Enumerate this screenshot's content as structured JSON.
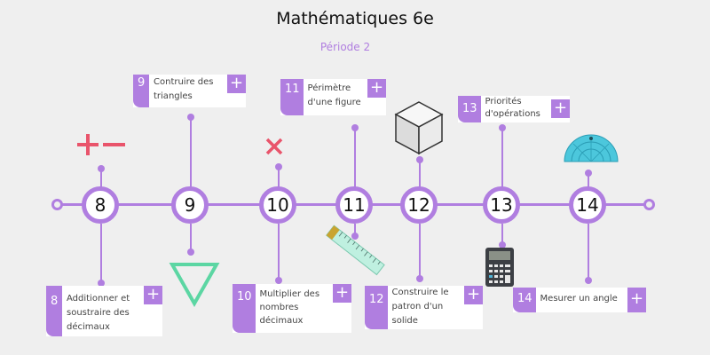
{
  "header": {
    "title": "Mathématiques 6e",
    "subtitle": "Période 2"
  },
  "colors": {
    "accent": "#b07ee0",
    "background": "#efefef",
    "operator_red": "#e9546b",
    "triangle_green": "#5cd6a3"
  },
  "timeline": {
    "nodes": [
      {
        "label": "8"
      },
      {
        "label": "9"
      },
      {
        "label": "10"
      },
      {
        "label": "11"
      },
      {
        "label": "12"
      },
      {
        "label": "13"
      },
      {
        "label": "14"
      }
    ]
  },
  "cards": [
    {
      "num": "8",
      "text": "Additionner et soustraire des décimaux",
      "plus": "+",
      "position": "below"
    },
    {
      "num": "9",
      "text": "Contruire des triangles",
      "plus": "+",
      "position": "above"
    },
    {
      "num": "10",
      "text": "Multiplier des nombres décimaux",
      "plus": "+",
      "position": "below"
    },
    {
      "num": "11",
      "text": "Périmètre d'une figure",
      "plus": "+",
      "position": "above"
    },
    {
      "num": "12",
      "text": "Construire le patron d'un solide",
      "plus": "+",
      "position": "below"
    },
    {
      "num": "13",
      "text": "Priorités d'opérations",
      "plus": "+",
      "position": "above"
    },
    {
      "num": "14",
      "text": "Mesurer un angle",
      "plus": "+",
      "position": "below"
    }
  ],
  "icons": [
    {
      "name": "plus-minus-icon",
      "node": "8"
    },
    {
      "name": "triangle-icon",
      "node": "9"
    },
    {
      "name": "multiply-icon",
      "node": "10"
    },
    {
      "name": "ruler-icon",
      "node": "11"
    },
    {
      "name": "cube-icon",
      "node": "12"
    },
    {
      "name": "calculator-icon",
      "node": "13"
    },
    {
      "name": "protractor-icon",
      "node": "14"
    }
  ]
}
